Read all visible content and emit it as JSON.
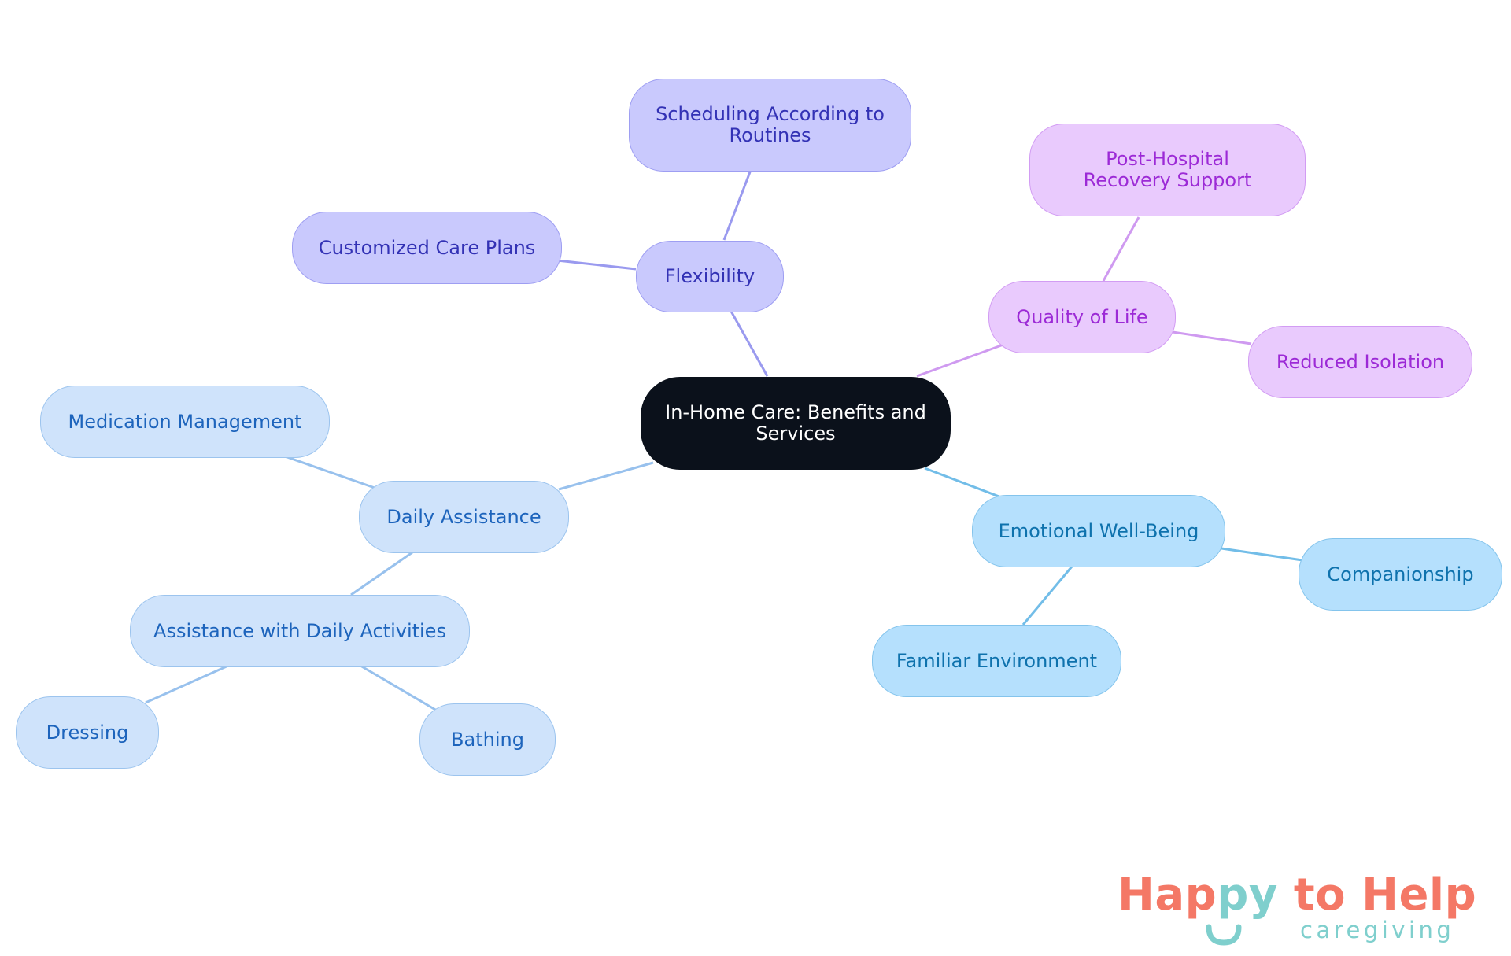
{
  "diagram": {
    "root": {
      "label": "In-Home Care: Benefits and Services"
    },
    "branches": [
      {
        "label": "Flexibility",
        "color": "#9a9aef",
        "children": [
          {
            "label": "Scheduling According to Routines"
          },
          {
            "label": "Customized Care Plans"
          }
        ]
      },
      {
        "label": "Quality of Life",
        "color": "#cf9af0",
        "children": [
          {
            "label": "Post-Hospital Recovery Support"
          },
          {
            "label": "Reduced Isolation"
          }
        ]
      },
      {
        "label": "Daily Assistance",
        "color": "#98c1ed",
        "children": [
          {
            "label": "Medication Management"
          },
          {
            "label": "Assistance with Daily Activities",
            "children": [
              {
                "label": "Dressing"
              },
              {
                "label": "Bathing"
              }
            ]
          }
        ]
      },
      {
        "label": "Emotional Well-Being",
        "color": "#72bde8",
        "children": [
          {
            "label": "Companionship"
          },
          {
            "label": "Familiar Environment"
          }
        ]
      }
    ]
  },
  "logo": {
    "title_part1": "Hap",
    "title_part2": "py",
    "title_part3": " to Help",
    "subtitle": "caregiving",
    "primary_color": "#f47866",
    "secondary_color": "#7fcfcd"
  }
}
